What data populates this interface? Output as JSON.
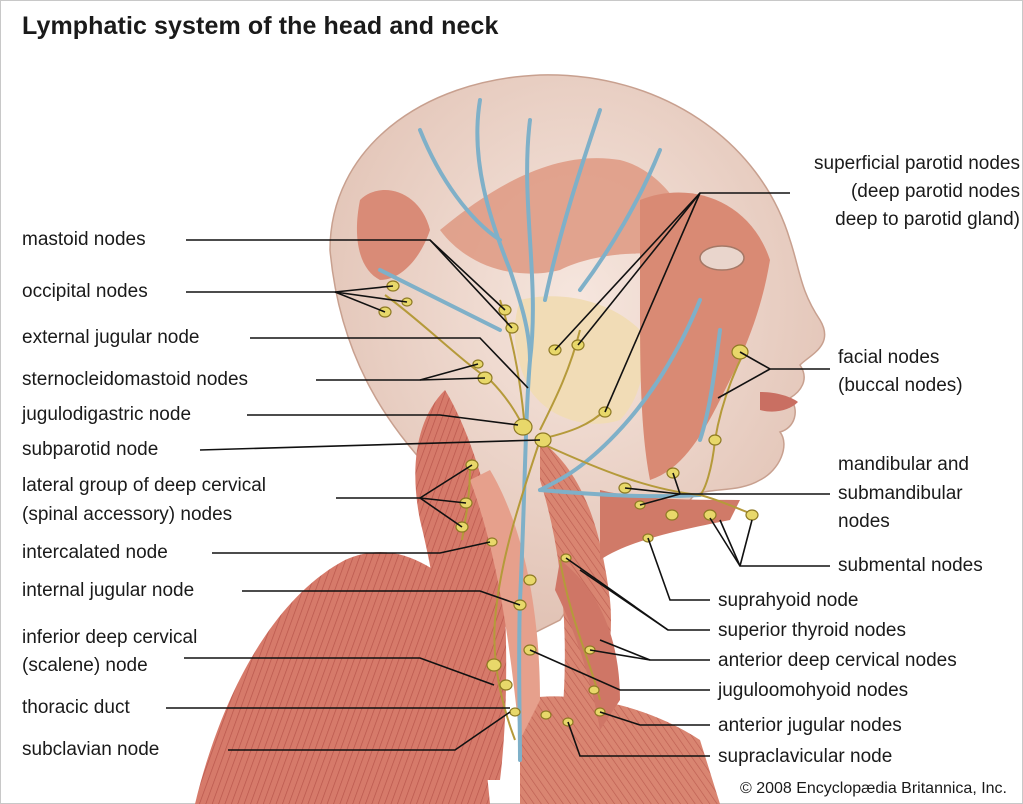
{
  "title": "Lymphatic system of the head and neck",
  "labels": {
    "mastoid": "mastoid nodes",
    "occipital": "occipital nodes",
    "external_jugular": "external jugular node",
    "sternocleidomastoid": "sternocleidomastoid nodes",
    "jugulodigastric": "jugulodigastric node",
    "subparotid": "subparotid node",
    "lateral_group_1": "lateral group of deep cervical",
    "lateral_group_2": "(spinal accessory) nodes",
    "intercalated": "intercalated node",
    "internal_jugular": "internal jugular node",
    "inferior_deep_1": "inferior deep cervical",
    "inferior_deep_2": "(scalene) node",
    "thoracic_duct": "thoracic duct",
    "subclavian": "subclavian node",
    "parotid_1": "superficial parotid nodes",
    "parotid_2": "(deep parotid nodes",
    "parotid_3": "deep to parotid gland)",
    "facial_1": "facial nodes",
    "facial_2": "(buccal nodes)",
    "mandibular_1": "mandibular and",
    "mandibular_2": "submandibular",
    "mandibular_3": "nodes",
    "submental": "submental nodes",
    "suprahyoid": "suprahyoid node",
    "superior_thyroid": "superior thyroid nodes",
    "anterior_deep": "anterior deep cervical nodes",
    "juguloomohyoid": "juguloomohyoid nodes",
    "anterior_jugular": "anterior jugular nodes",
    "supraclavicular": "supraclavicular node"
  },
  "copyright": "© 2008 Encyclopædia Britannica, Inc.",
  "colors": {
    "skin": "#e8b39c",
    "muscle": "#c9645a",
    "muscle_light": "#e39b86",
    "vein": "#7fb0c8",
    "lymph_vessel": "#b59a3a",
    "node": "#e8d86a",
    "gland": "#f3e2c0",
    "leader": "#111111"
  }
}
